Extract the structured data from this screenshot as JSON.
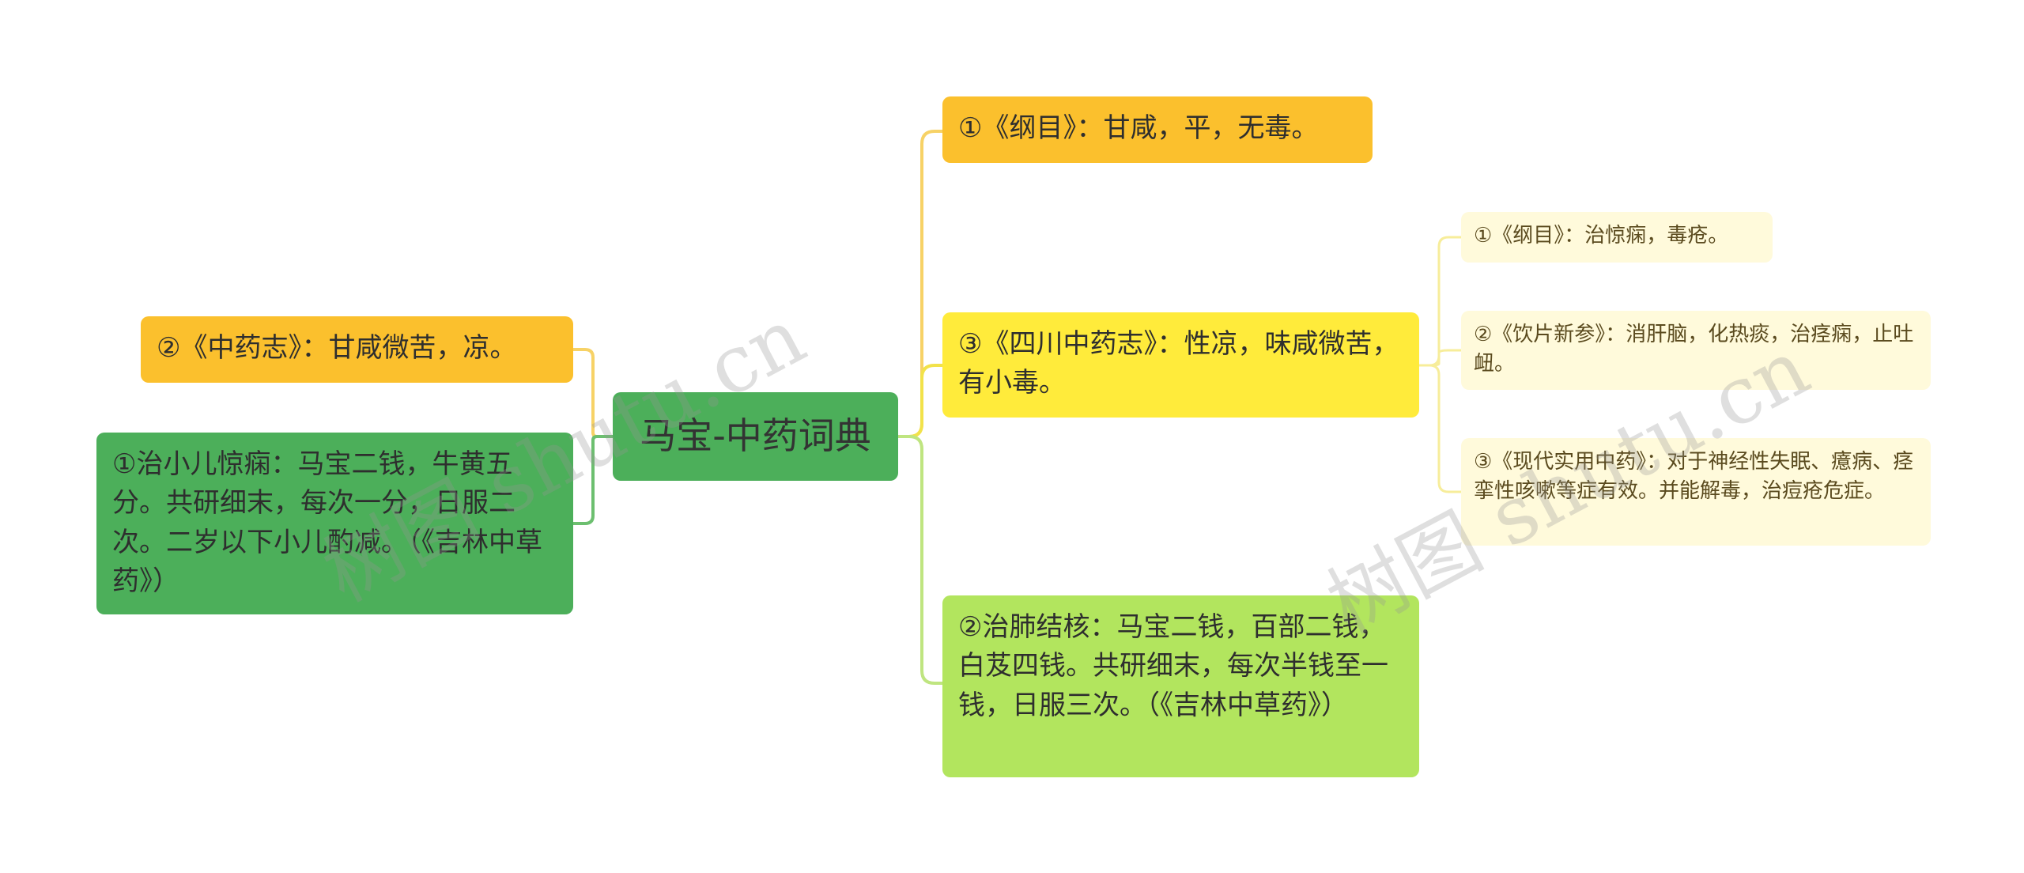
{
  "mindmap": {
    "root": {
      "label": "马宝-中药词典",
      "color": "#4caf5a"
    },
    "left_branches": [
      {
        "id": "l1",
        "label": "②《中药志》：甘咸微苦，凉。",
        "color": "#fbc02d"
      },
      {
        "id": "l2",
        "label": "①治小儿惊痫：马宝二钱，牛黄五分。共研细末，每次一分，日服二次。二岁以下小儿酌减。（《吉林中草药》）",
        "color": "#4caf5a"
      }
    ],
    "right_branches": [
      {
        "id": "r1",
        "label": "①《纲目》：甘咸，平，无毒。",
        "color": "#fbc02d"
      },
      {
        "id": "r2",
        "label": "③《四川中药志》：性凉，味咸微苦，有小毒。",
        "color": "#ffeb3b",
        "children": [
          {
            "id": "r2c1",
            "label": "①《纲目》：治惊痫，毒疮。"
          },
          {
            "id": "r2c2",
            "label": "②《饮片新参》：消肝脑，化热痰，治痉痫，止吐衄。"
          },
          {
            "id": "r2c3",
            "label": "③《现代实用中药》：对于神经性失眠、癔病、痉挛性咳嗽等症有效。并能解毒，治痘疮危症。"
          }
        ]
      },
      {
        "id": "r3",
        "label": "②治肺结核：马宝二钱，百部二钱，白芨四钱。共研细末，每次半钱至一钱，日服三次。（《吉林中草药》）",
        "color": "#b2e55e"
      }
    ],
    "leaf_color": "#fffadb"
  },
  "watermarks": [
    "树图 shutu.cn",
    "树图 shutu.cn"
  ]
}
